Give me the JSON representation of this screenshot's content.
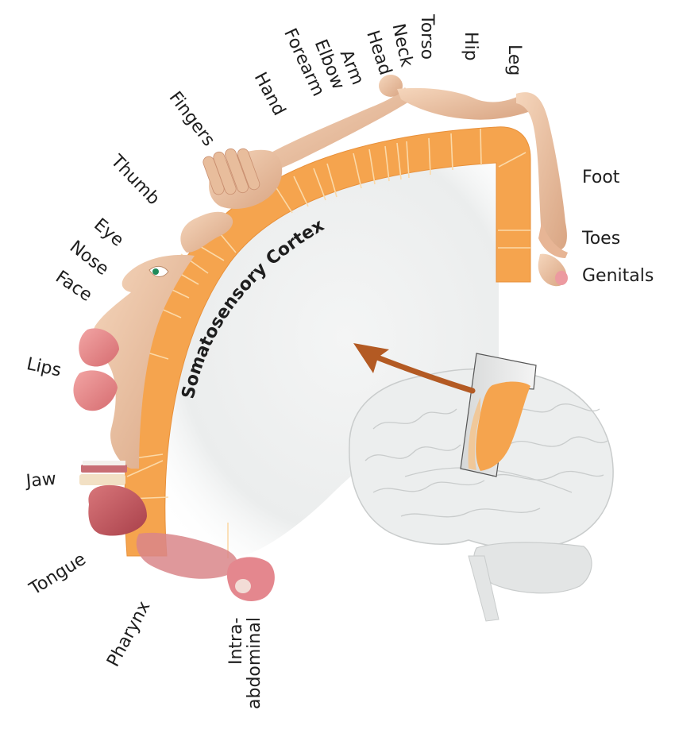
{
  "title": "Somatosensory Cortex",
  "colors": {
    "cortex": "#f5a44e",
    "cortex_dark": "#e8903a",
    "divider": "#fbd9a8",
    "inner": "#eef0f0",
    "skin": "#eec6a6",
    "skin_dark": "#d49a78",
    "lips": "#e88a8c",
    "tongue": "#c8575c",
    "eye": "#1f8a5a",
    "arrow": "#b35a23",
    "brain": "#eceeee",
    "brain_line": "#c9cccc"
  },
  "labels": {
    "leg": "Leg",
    "hip": "Hip",
    "torso": "Torso",
    "neck": "Neck",
    "head": "Head",
    "arm": "Arm",
    "elbow": "Elbow",
    "forearm": "Forearm",
    "hand": "Hand",
    "fingers": "Fingers",
    "thumb": "Thumb",
    "eye": "Eye",
    "nose": "Nose",
    "face": "Face",
    "lips": "Lips",
    "jaw": "Jaw",
    "tongue": "Tongue",
    "pharynx": "Pharynx",
    "intra_1": "Intra-",
    "intra_2": "abdominal",
    "foot": "Foot",
    "toes": "Toes",
    "genitals": "Genitals"
  }
}
